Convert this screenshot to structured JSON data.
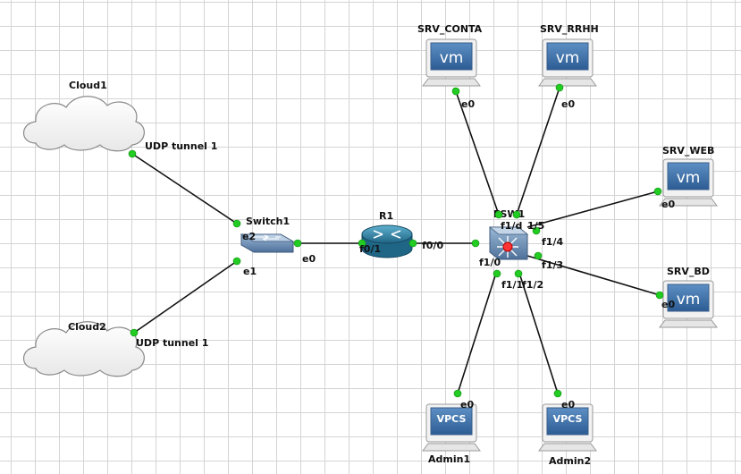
{
  "nodes": {
    "cloud1": {
      "name": "Cloud1"
    },
    "cloud2": {
      "name": "Cloud2"
    },
    "switch1": {
      "name": "Switch1"
    },
    "r1": {
      "name": "R1"
    },
    "esw1": {
      "name": "ESW1"
    },
    "srv_conta": {
      "name": "SRV_CONTA",
      "badge": "vm"
    },
    "srv_rrhh": {
      "name": "SRV_RRHH",
      "badge": "vm"
    },
    "srv_web": {
      "name": "SRV_WEB",
      "badge": "vm"
    },
    "srv_bd": {
      "name": "SRV_BD",
      "badge": "vm"
    },
    "admin1": {
      "name": "Admin1",
      "badge": "VPCS"
    },
    "admin2": {
      "name": "Admin2",
      "badge": "VPCS"
    }
  },
  "ports": {
    "cloud1_udp": "UDP tunnel 1",
    "cloud2_udp": "UDP tunnel 1",
    "sw_e2": "e2",
    "sw_e1": "e1",
    "sw_e0": "e0",
    "r1_f01": "f0/1",
    "r1_f00": "f0/0",
    "esw_f10": "f1/0",
    "esw_f1d": "f1/d",
    "esw_f15": "1/5",
    "esw_f14": "f1/4",
    "esw_f13": "f1/3",
    "esw_f11": "f1/1",
    "esw_f12": "f1/2",
    "conta_e0": "e0",
    "rrhh_e0": "e0",
    "web_e0": "e0",
    "bd_e0": "e0",
    "admin1_e0": "e0",
    "admin2_e0": "e0"
  },
  "colors": {
    "link_endpoint": "#22cc22",
    "grid": "#d4d4d4",
    "vm_screen": "#3a6ea5",
    "router_body": "#2f7d9c",
    "switch_body": "#6b8fb5",
    "esw_center": "#ff3333"
  }
}
